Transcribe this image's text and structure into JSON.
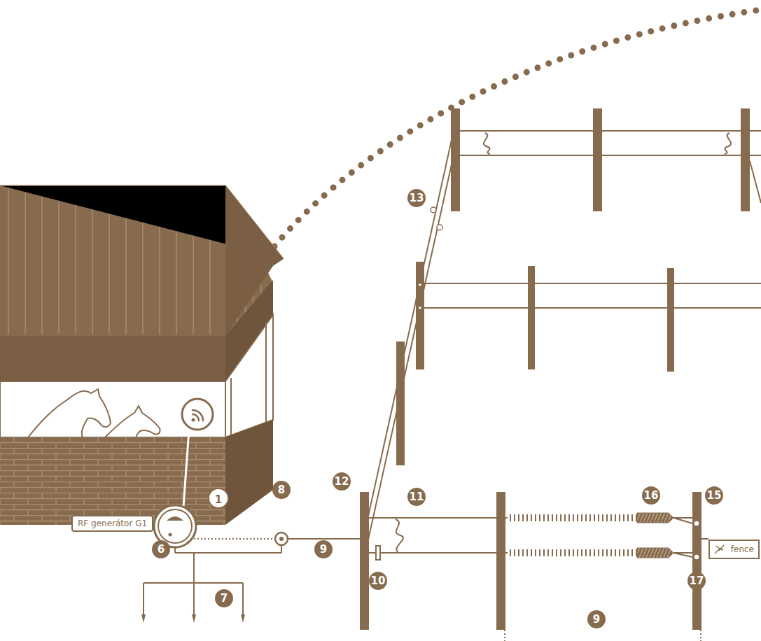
{
  "diagram": {
    "nodes": [
      {
        "text": [
          "RF generátor G1"
        ]
      },
      {
        "text": [
          "fence"
        ]
      }
    ],
    "labels": [
      "13",
      "1",
      "8",
      "12",
      "11",
      "16",
      "15",
      "6",
      "9",
      "10",
      "17",
      "7",
      "9"
    ]
  }
}
